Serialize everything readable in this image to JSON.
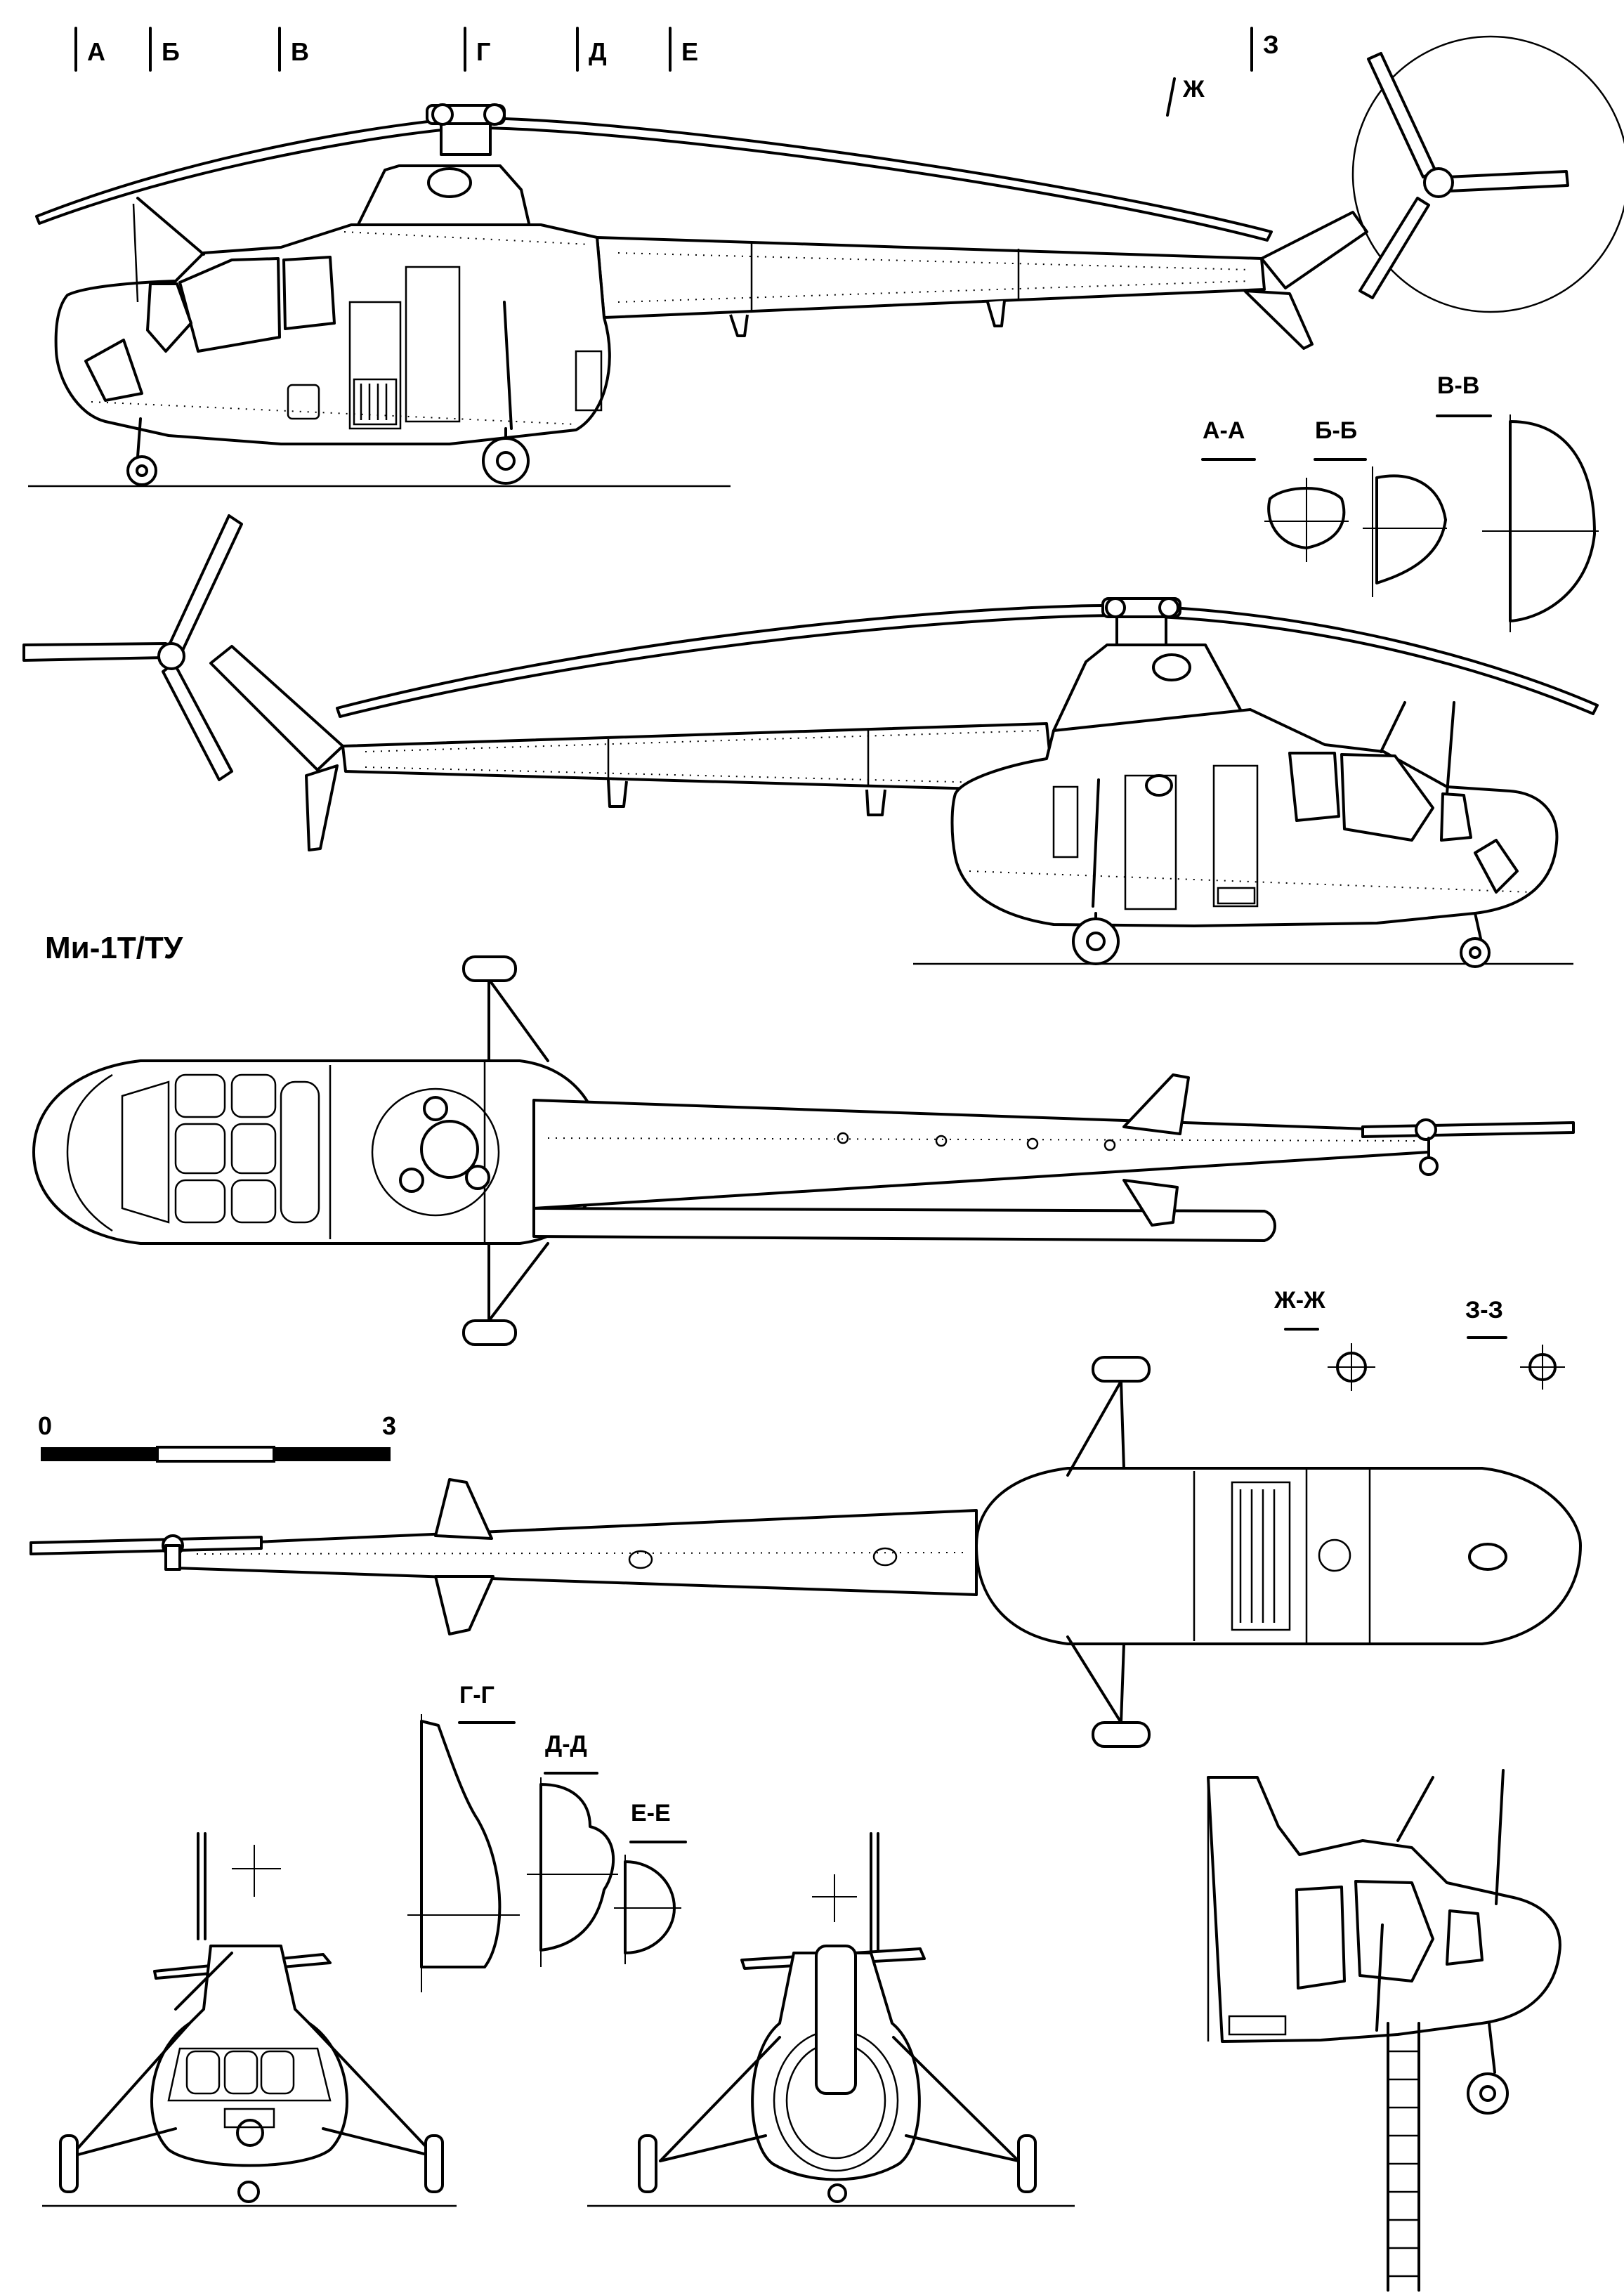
{
  "title": "Ми-1Т/ТУ",
  "station_marks": [
    "А",
    "Б",
    "В",
    "Г",
    "Д",
    "Е",
    "Ж",
    "З"
  ],
  "sections": {
    "aa": "А-А",
    "bb": "Б-Б",
    "vv": "В-В",
    "gg": "Г-Г",
    "dd": "Д-Д",
    "ee": "Е-Е",
    "zhzh": "Ж-Ж",
    "zz": "З-З"
  },
  "scale": {
    "start": "0",
    "end": "3"
  },
  "views": {
    "side_left": "side-view-left",
    "side_right": "side-view-right",
    "top": "top-view",
    "bottom": "bottom-view",
    "front": "front-view",
    "rear": "rear-view",
    "cabin_detail": "cabin-door-detail"
  }
}
